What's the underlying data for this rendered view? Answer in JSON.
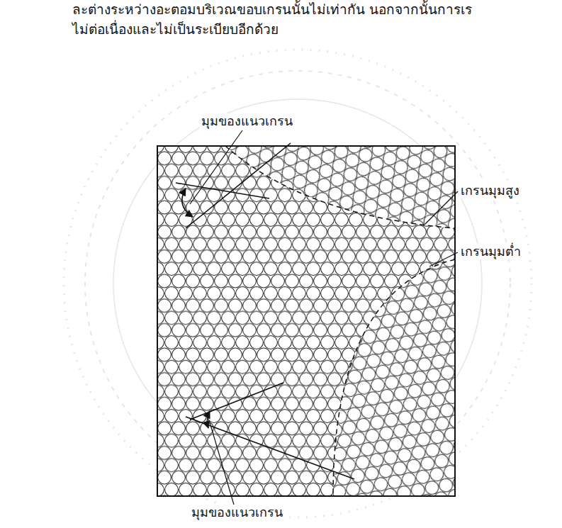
{
  "diagram": {
    "labels": [
      "ละต่างระหว่างอะตอมบริเวณขอบเกรนนั้นไม่เท่ากัน นอกจากนั้นการเร",
      "ไม่ต่อเนื่องและไม่เป็นระเบียบอีกด้วย",
      "มุมของแนวเกรน",
      "เกรนมุมสูง",
      "เกรนมุมต่ำ",
      "มุมของแนวเกรน"
    ]
  }
}
